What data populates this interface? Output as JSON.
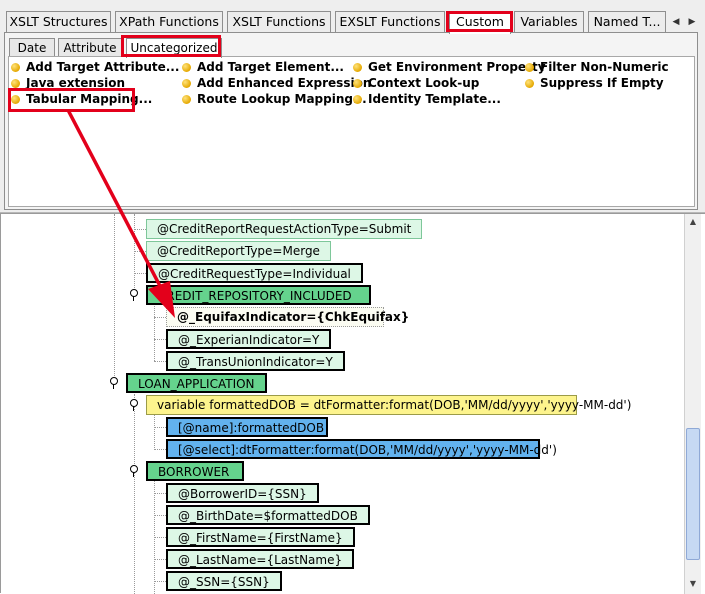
{
  "main_tabs": [
    {
      "label": "XSLT Structures"
    },
    {
      "label": "XPath Functions"
    },
    {
      "label": "XSLT Functions"
    },
    {
      "label": "EXSLT Functions"
    },
    {
      "label": "Custom"
    },
    {
      "label": "Variables"
    },
    {
      "label": "Named T..."
    }
  ],
  "sub_tabs": [
    {
      "label": "Date"
    },
    {
      "label": "Attribute"
    },
    {
      "label": "Uncategorized"
    }
  ],
  "items": [
    {
      "label": "Add Target Attribute..."
    },
    {
      "label": "Java extension"
    },
    {
      "label": "Tabular Mapping..."
    },
    {
      "label": "Add Target Element..."
    },
    {
      "label": "Add Enhanced Expression"
    },
    {
      "label": "Route Lookup Mapping..."
    },
    {
      "label": "Get Environment Property"
    },
    {
      "label": "Context Look-up"
    },
    {
      "label": "Identity Template..."
    },
    {
      "label": "Filter Non-Numeric"
    },
    {
      "label": "Suppress If Empty"
    }
  ],
  "tree": [
    {
      "label": "@CreditReportRequestActionType=Submit"
    },
    {
      "label": "@CreditReportType=Merge"
    },
    {
      "label": "@CreditRequestType=Individual"
    },
    {
      "label": "CREDIT_REPOSITORY_INCLUDED"
    },
    {
      "label": "@_EquifaxIndicator={ChkEquifax}"
    },
    {
      "label": "@_ExperianIndicator=Y"
    },
    {
      "label": "@_TransUnionIndicator=Y"
    },
    {
      "label": "LOAN_APPLICATION"
    },
    {
      "label": "variable formattedDOB = dtFormatter:format(DOB,'MM/dd/yyyy','yyyy-MM-dd')"
    },
    {
      "label": "[@name]:formattedDOB"
    },
    {
      "label": "[@select]:dtFormatter:format(DOB,'MM/dd/yyyy','yyyy-MM-dd')"
    },
    {
      "label": "BORROWER"
    },
    {
      "label": "@BorrowerID={SSN}"
    },
    {
      "label": "@_BirthDate=$formattedDOB"
    },
    {
      "label": "@_FirstName={FirstName}"
    },
    {
      "label": "@_LastName={LastName}"
    },
    {
      "label": "@_SSN={SSN}"
    }
  ],
  "colors": {
    "highlight": "#e3001b",
    "element_node": "#65d38d",
    "attribute_node": "#ddf7e6",
    "variable_node": "#fdf48d",
    "param_node": "#62b2ee"
  },
  "icons": {
    "item_bullet": "lightbulb-icon",
    "tab_scroll_left": "triangle-left-icon",
    "tab_scroll_right": "triangle-right-icon",
    "node_expander": "expander-icon",
    "annotation_arrow": "red-arrow-icon"
  }
}
